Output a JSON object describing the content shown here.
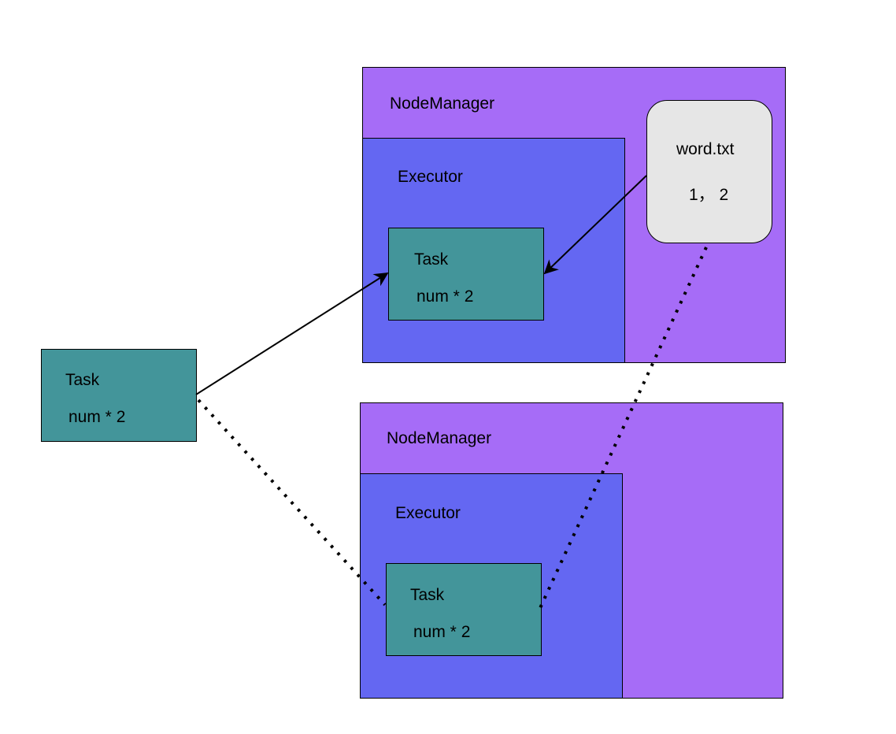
{
  "colors": {
    "node_manager": "#a66cf7",
    "executor": "#6467f2",
    "task": "#43959a",
    "file": "#e6e6e6",
    "edge": "#000000"
  },
  "node_managers": [
    {
      "label": "NodeManager",
      "executor": {
        "label": "Executor",
        "task": {
          "title": "Task",
          "body": "num * 2"
        }
      }
    },
    {
      "label": "NodeManager",
      "executor": {
        "label": "Executor",
        "task": {
          "title": "Task",
          "body": "num * 2"
        }
      }
    }
  ],
  "source_task": {
    "title": "Task",
    "body": "num * 2"
  },
  "data_file": {
    "name": "word.txt",
    "content": "1， 2"
  },
  "edges": [
    {
      "from": "source-task",
      "to": "task-node-1",
      "style": "solid-arrow"
    },
    {
      "from": "word-file",
      "to": "task-node-1",
      "style": "solid-arrow"
    },
    {
      "from": "source-task",
      "to": "task-node-2",
      "style": "dotted"
    },
    {
      "from": "word-file",
      "to": "task-node-2",
      "style": "dotted"
    }
  ]
}
